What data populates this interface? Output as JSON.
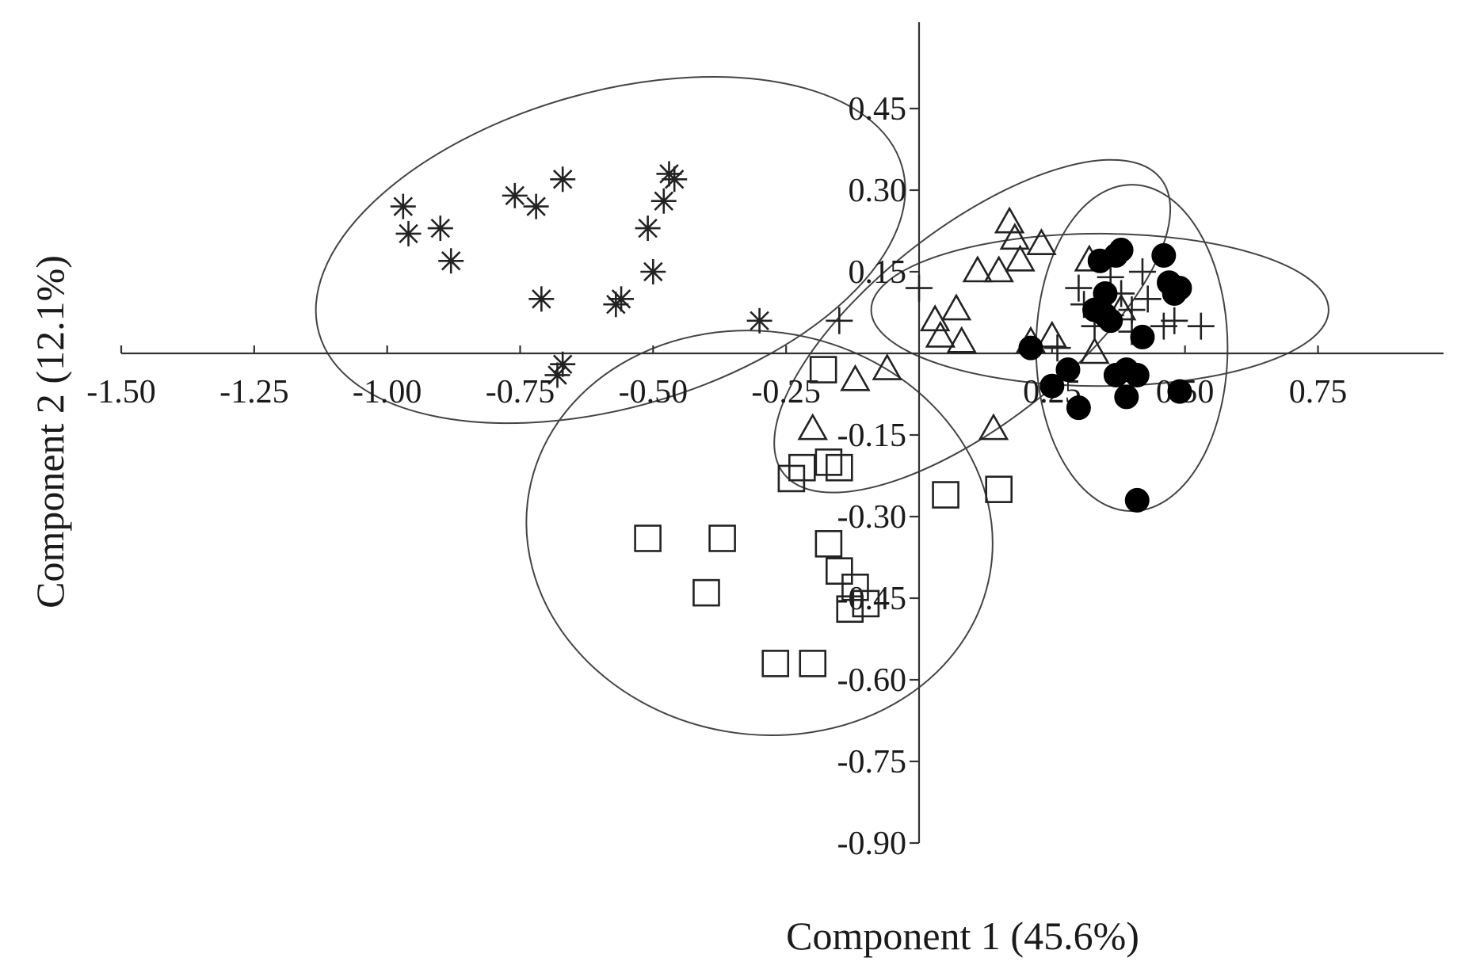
{
  "chart_data": {
    "type": "scatter",
    "title": "",
    "xlabel": "Component 1 (45.6%)",
    "ylabel": "Component 2 (12.1%)",
    "xlim": [
      -1.5,
      1.0
    ],
    "ylim": [
      -0.9,
      0.6
    ],
    "x_ticks": [
      -1.5,
      -1.25,
      -1.0,
      -0.75,
      -0.5,
      -0.25,
      0.25,
      0.5,
      0.75
    ],
    "x_tick_labels": [
      "-1.50",
      "-1.25",
      "-1.00",
      "-0.75",
      "-0.50",
      "-0.25",
      "0.25",
      "0.50",
      "0.75"
    ],
    "y_ticks": [
      0.45,
      0.3,
      0.15,
      -0.15,
      -0.3,
      -0.45,
      -0.6,
      -0.75,
      -0.9
    ],
    "y_tick_labels": [
      "0.45",
      "0.30",
      "0.15",
      "-0.15",
      "-0.30",
      "-0.45",
      "-0.60",
      "-0.75",
      "-0.90"
    ],
    "grid": false,
    "legend": "none",
    "series": [
      {
        "marker": "asterisk",
        "points": [
          [
            -0.97,
            0.27
          ],
          [
            -0.96,
            0.22
          ],
          [
            -0.9,
            0.23
          ],
          [
            -0.88,
            0.17
          ],
          [
            -0.76,
            0.29
          ],
          [
            -0.72,
            0.27
          ],
          [
            -0.67,
            0.32
          ],
          [
            -0.71,
            0.1
          ],
          [
            -0.57,
            0.09
          ],
          [
            -0.56,
            0.1
          ],
          [
            -0.5,
            0.15
          ],
          [
            -0.51,
            0.23
          ],
          [
            -0.48,
            0.28
          ],
          [
            -0.47,
            0.33
          ],
          [
            -0.46,
            0.32
          ],
          [
            -0.3,
            0.06
          ],
          [
            -0.67,
            -0.02
          ],
          [
            -0.68,
            -0.04
          ]
        ]
      },
      {
        "marker": "square",
        "points": [
          [
            -0.51,
            -0.34
          ],
          [
            -0.37,
            -0.34
          ],
          [
            -0.4,
            -0.44
          ],
          [
            -0.22,
            -0.21
          ],
          [
            -0.24,
            -0.23
          ],
          [
            -0.17,
            -0.2
          ],
          [
            -0.15,
            -0.21
          ],
          [
            -0.18,
            -0.03
          ],
          [
            -0.17,
            -0.35
          ],
          [
            -0.15,
            -0.4
          ],
          [
            -0.12,
            -0.43
          ],
          [
            -0.13,
            -0.47
          ],
          [
            -0.1,
            -0.46
          ],
          [
            -0.27,
            -0.57
          ],
          [
            -0.2,
            -0.57
          ],
          [
            0.05,
            -0.26
          ],
          [
            0.15,
            -0.25
          ]
        ]
      },
      {
        "marker": "triangle",
        "points": [
          [
            -0.2,
            -0.14
          ],
          [
            -0.12,
            -0.05
          ],
          [
            -0.06,
            -0.03
          ],
          [
            0.03,
            0.06
          ],
          [
            0.04,
            0.03
          ],
          [
            0.07,
            0.08
          ],
          [
            0.08,
            0.02
          ],
          [
            0.11,
            0.15
          ],
          [
            0.15,
            0.15
          ],
          [
            0.17,
            0.24
          ],
          [
            0.18,
            0.21
          ],
          [
            0.19,
            0.17
          ],
          [
            0.23,
            0.2
          ],
          [
            0.14,
            -0.14
          ],
          [
            0.21,
            0.02
          ],
          [
            0.25,
            0.03
          ],
          [
            0.32,
            0.17
          ],
          [
            0.33,
            0.0
          ],
          [
            0.38,
            0.08
          ]
        ]
      },
      {
        "marker": "plus",
        "points": [
          [
            -0.15,
            0.06
          ],
          [
            0.0,
            0.12
          ],
          [
            0.26,
            0.01
          ],
          [
            0.3,
            0.12
          ],
          [
            0.31,
            0.09
          ],
          [
            0.33,
            0.05
          ],
          [
            0.36,
            0.14
          ],
          [
            0.38,
            0.11
          ],
          [
            0.4,
            0.08
          ],
          [
            0.42,
            0.15
          ],
          [
            0.43,
            0.1
          ],
          [
            0.46,
            0.05
          ],
          [
            0.48,
            0.06
          ],
          [
            0.53,
            0.05
          ],
          [
            0.4,
            0.04
          ],
          [
            0.36,
            0.07
          ]
        ]
      },
      {
        "marker": "filled-circle",
        "points": [
          [
            0.21,
            0.01
          ],
          [
            0.25,
            -0.06
          ],
          [
            0.28,
            -0.03
          ],
          [
            0.3,
            -0.1
          ],
          [
            0.33,
            0.08
          ],
          [
            0.34,
            0.17
          ],
          [
            0.35,
            0.11
          ],
          [
            0.35,
            0.07
          ],
          [
            0.36,
            0.06
          ],
          [
            0.37,
            0.18
          ],
          [
            0.38,
            0.19
          ],
          [
            0.37,
            -0.04
          ],
          [
            0.39,
            -0.08
          ],
          [
            0.39,
            -0.03
          ],
          [
            0.41,
            -0.04
          ],
          [
            0.42,
            0.03
          ],
          [
            0.46,
            0.18
          ],
          [
            0.47,
            0.13
          ],
          [
            0.48,
            0.11
          ],
          [
            0.49,
            0.12
          ],
          [
            0.49,
            -0.07
          ],
          [
            0.41,
            -0.27
          ]
        ]
      }
    ],
    "ellipses": [
      {
        "cx": -0.58,
        "cy": 0.19,
        "rx": 0.57,
        "ry": 0.29,
        "angle_deg": 16
      },
      {
        "cx": -0.3,
        "cy": -0.33,
        "rx": 0.44,
        "ry": 0.37,
        "angle_deg": -10
      },
      {
        "cx": 0.1,
        "cy": 0.05,
        "rx": 0.45,
        "ry": 0.18,
        "angle_deg": 38
      },
      {
        "cx": 0.34,
        "cy": 0.08,
        "rx": 0.43,
        "ry": 0.14,
        "angle_deg": 0
      },
      {
        "cx": 0.4,
        "cy": 0.01,
        "rx": 0.18,
        "ry": 0.3,
        "angle_deg": 0
      }
    ]
  }
}
